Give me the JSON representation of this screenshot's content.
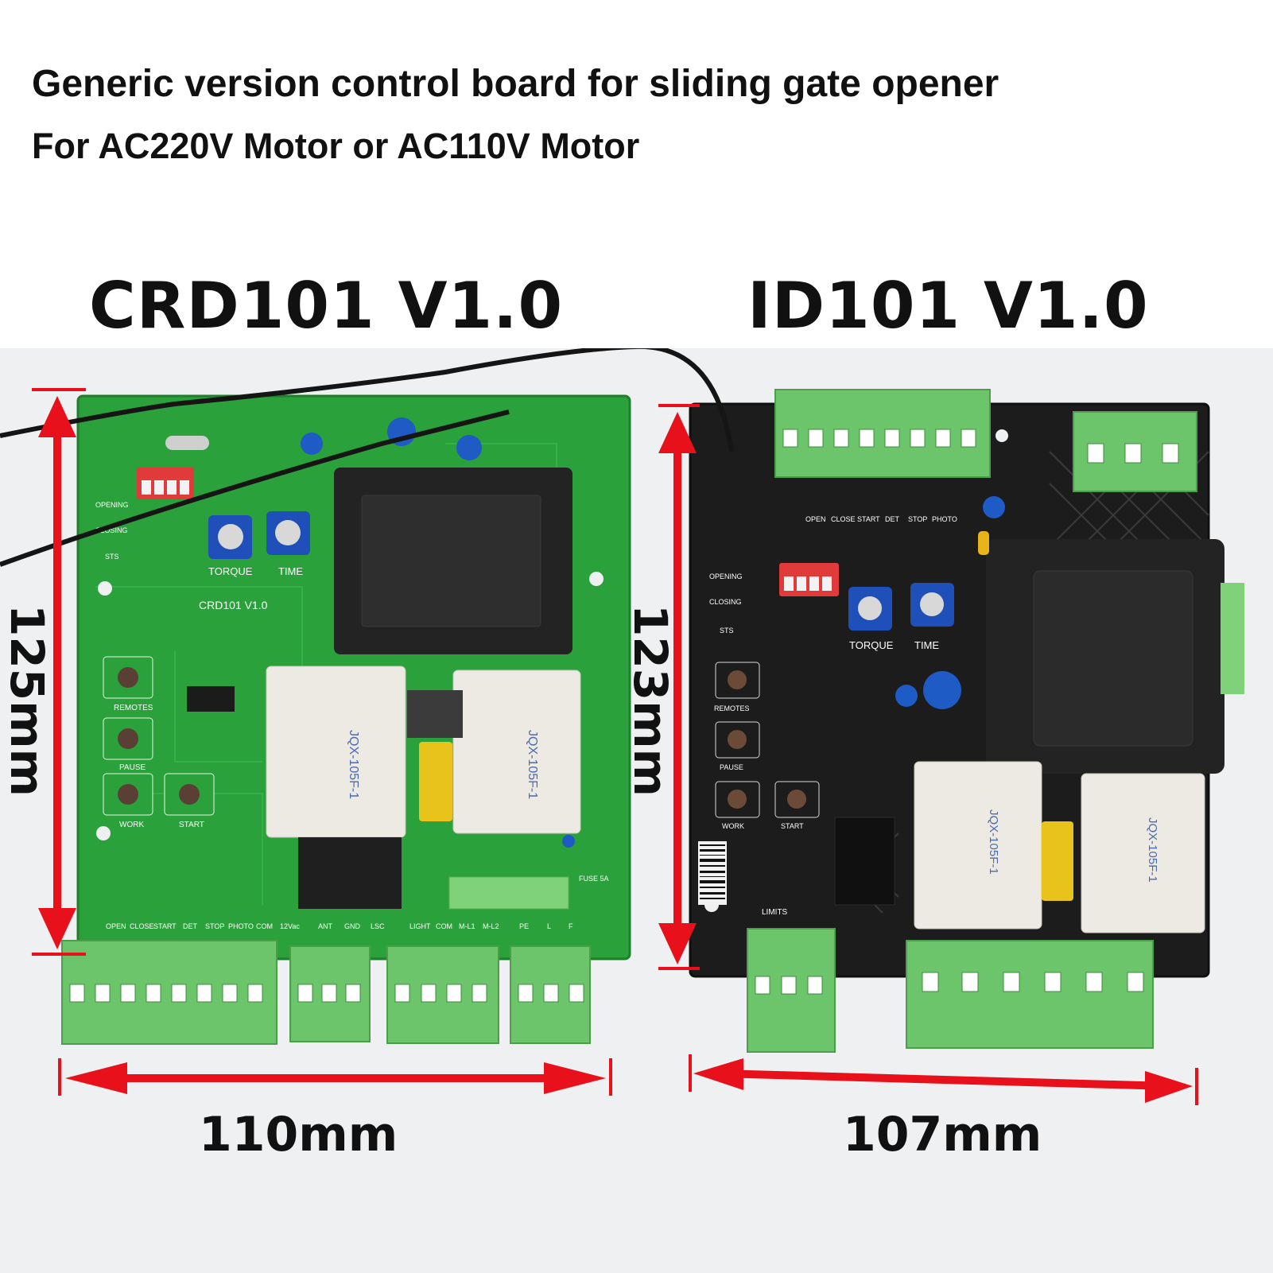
{
  "header": {
    "title": "Generic version control board for sliding gate opener",
    "subtitle": "For AC220V Motor or AC110V Motor"
  },
  "boards": {
    "left": {
      "name": "CRD101 V1.0",
      "width": "110mm",
      "height": "125mm",
      "silkscreen_model": "CRD101  V1.0",
      "terminal_labels": [
        "OPEN",
        "CLOSE",
        "START",
        "DET",
        "STOP",
        "PHOTO",
        "COM",
        "12Vac",
        "ANT",
        "GND",
        "LSC",
        "LIGHT",
        "COM",
        "M-L1",
        "M-L2",
        "PE",
        "L",
        "F"
      ],
      "button_labels": [
        "REMOTES",
        "PAUSE",
        "WORK",
        "START"
      ],
      "pot_labels": [
        "TORQUE",
        "TIME"
      ],
      "led_labels": [
        "OPENING",
        "CLOSING",
        "STS"
      ],
      "relay_text": "JQX-105F-1",
      "fuse_text": "FUSE 5A"
    },
    "right": {
      "name": "ID101 V1.0",
      "width": "107mm",
      "height": "123mm",
      "led_labels": [
        "OPEN",
        "CLOSE",
        "START",
        "DET",
        "STOP",
        "PHOTO"
      ],
      "button_labels": [
        "REMOTES",
        "PAUSE",
        "WORK",
        "START"
      ],
      "pot_labels": [
        "TORQUE",
        "TIME"
      ],
      "side_led_labels": [
        "OPENING",
        "CLOSING",
        "STS"
      ],
      "limits_label": "LIMITS",
      "relay_text": "JQX-105F-1"
    }
  },
  "colors": {
    "left_pcb": "#2aa13a",
    "right_pcb": "#1c1c1c",
    "terminal_green": "#6cc46b",
    "dimension_arrows": "#e8101a",
    "transformer": "#232323",
    "relay": "#eceae2",
    "trimmer_pot": "#1f4fb8",
    "capacitor": "#1e5bc4"
  }
}
